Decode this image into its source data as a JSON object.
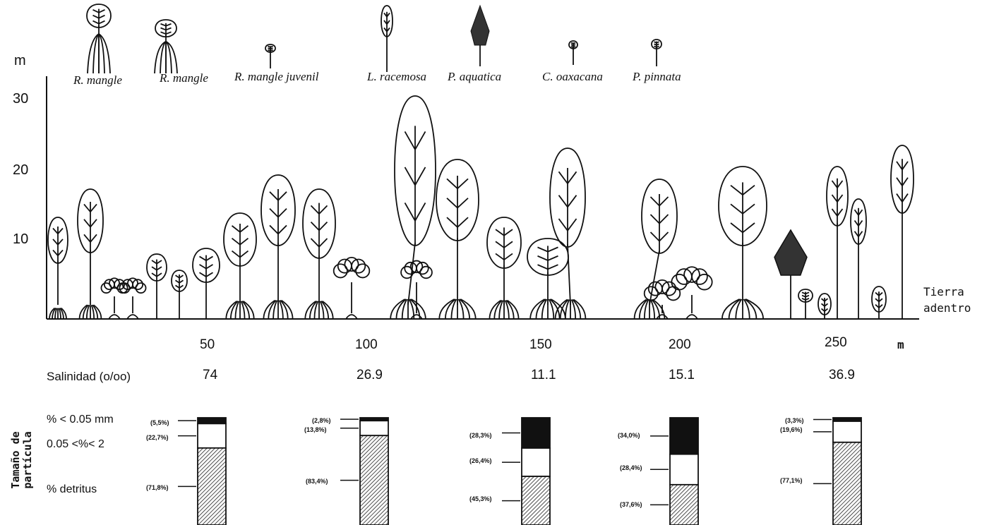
{
  "legend": {
    "species": [
      {
        "label": "R. mangle",
        "icon": "red-mangrove-icon"
      },
      {
        "label": "R. mangle",
        "icon": "red-mangrove-leaning-icon"
      },
      {
        "label": "R. mangle juvenil",
        "icon": "juvenile-mangrove-icon"
      },
      {
        "label": "L. racemosa",
        "icon": "white-mangrove-icon"
      },
      {
        "label": "P. aquatica",
        "icon": "pachira-icon"
      },
      {
        "label": "C. oaxacana",
        "icon": "c-oaxacana-icon"
      },
      {
        "label": "P. pinnata",
        "icon": "p-pinnata-icon"
      }
    ]
  },
  "y_axis": {
    "unit": "m",
    "ticks": [
      "30",
      "20",
      "10"
    ]
  },
  "x_axis": {
    "unit": "m",
    "ticks": [
      "50",
      "100",
      "150",
      "200",
      "250"
    ]
  },
  "inland_label": [
    "Tierra",
    "adentro"
  ],
  "salinity": {
    "label": "Salinidad (o/oo)",
    "values": [
      "74",
      "26.9",
      "11.1",
      "15.1",
      "36.9"
    ]
  },
  "particle": {
    "axis_label": [
      "Tamaño de",
      "partícula"
    ],
    "row_labels": [
      "% < 0.05 mm",
      "0.05 <%< 2",
      "% detritus"
    ],
    "columns": [
      {
        "fine": 5.5,
        "medium": 22.7,
        "detritus": 71.8,
        "labels": [
          "(5,5%)",
          "(22,7%)",
          "(71,8%)"
        ]
      },
      {
        "fine": 2.8,
        "medium": 13.8,
        "detritus": 83.4,
        "labels": [
          "(2,8%)",
          "(13,8%)",
          "(83,4%)"
        ]
      },
      {
        "fine": 28.3,
        "medium": 26.4,
        "detritus": 45.3,
        "labels": [
          "(28,3%)",
          "(26,4%)",
          "(45,3%)"
        ]
      },
      {
        "fine": 34.0,
        "medium": 28.4,
        "detritus": 37.6,
        "labels": [
          "(34,0%)",
          "(28,4%)",
          "(37,6%)"
        ]
      },
      {
        "fine": 3.3,
        "medium": 19.6,
        "detritus": 77.1,
        "labels": [
          "(3,3%)",
          "(19,6%)",
          "(77,1%)"
        ]
      }
    ]
  }
}
